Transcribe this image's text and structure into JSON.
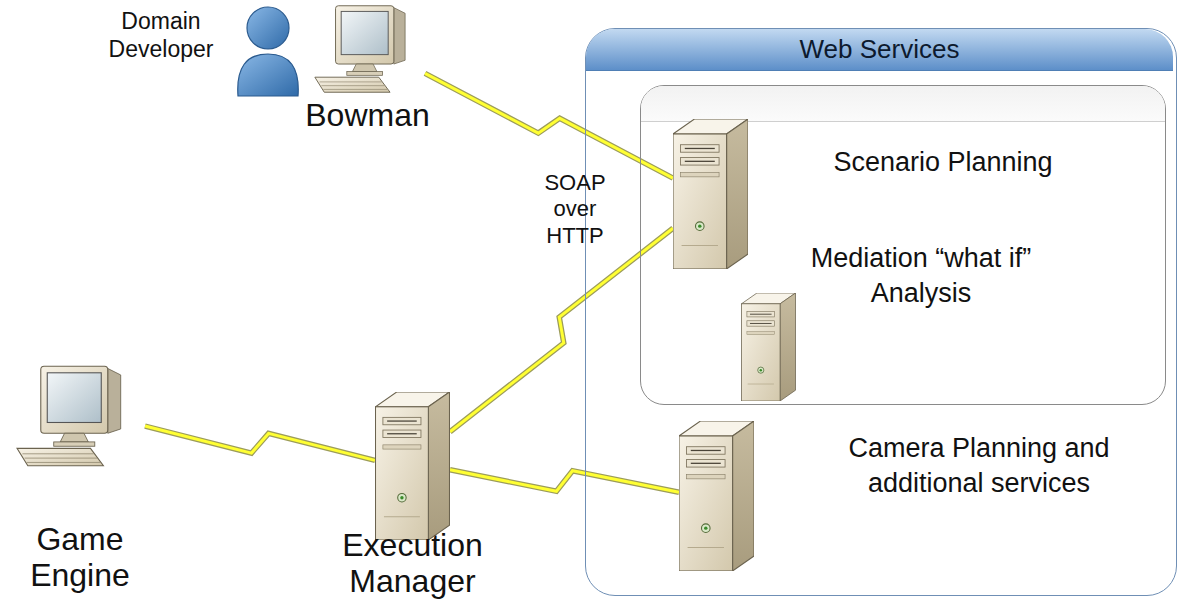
{
  "diagram": {
    "nodes": [
      {
        "text": [
          "Bowman"
        ]
      },
      {
        "text": [
          "Web Services"
        ]
      },
      {
        "text": [
          "Scenario Planning"
        ],
        "in": 1
      },
      {
        "text": [
          "Mediation “what if” Analysis"
        ],
        "in": 1
      },
      {
        "text": [
          "Camera Planning and additional services"
        ],
        "in": 1
      },
      {
        "text": [
          "Game Engine"
        ]
      },
      {
        "text": [
          "Execution Manager"
        ]
      }
    ],
    "edges": [
      {
        "from": 0,
        "to": 2,
        "arrow": "none"
      },
      {
        "from": 6,
        "to": 2,
        "arrow": "none"
      },
      {
        "from": 5,
        "to": 6,
        "arrow": "none"
      },
      {
        "from": 6,
        "to": 4,
        "arrow": "none"
      }
    ],
    "labels": [
      "Domain Developer",
      "SOAP over HTTP"
    ]
  }
}
